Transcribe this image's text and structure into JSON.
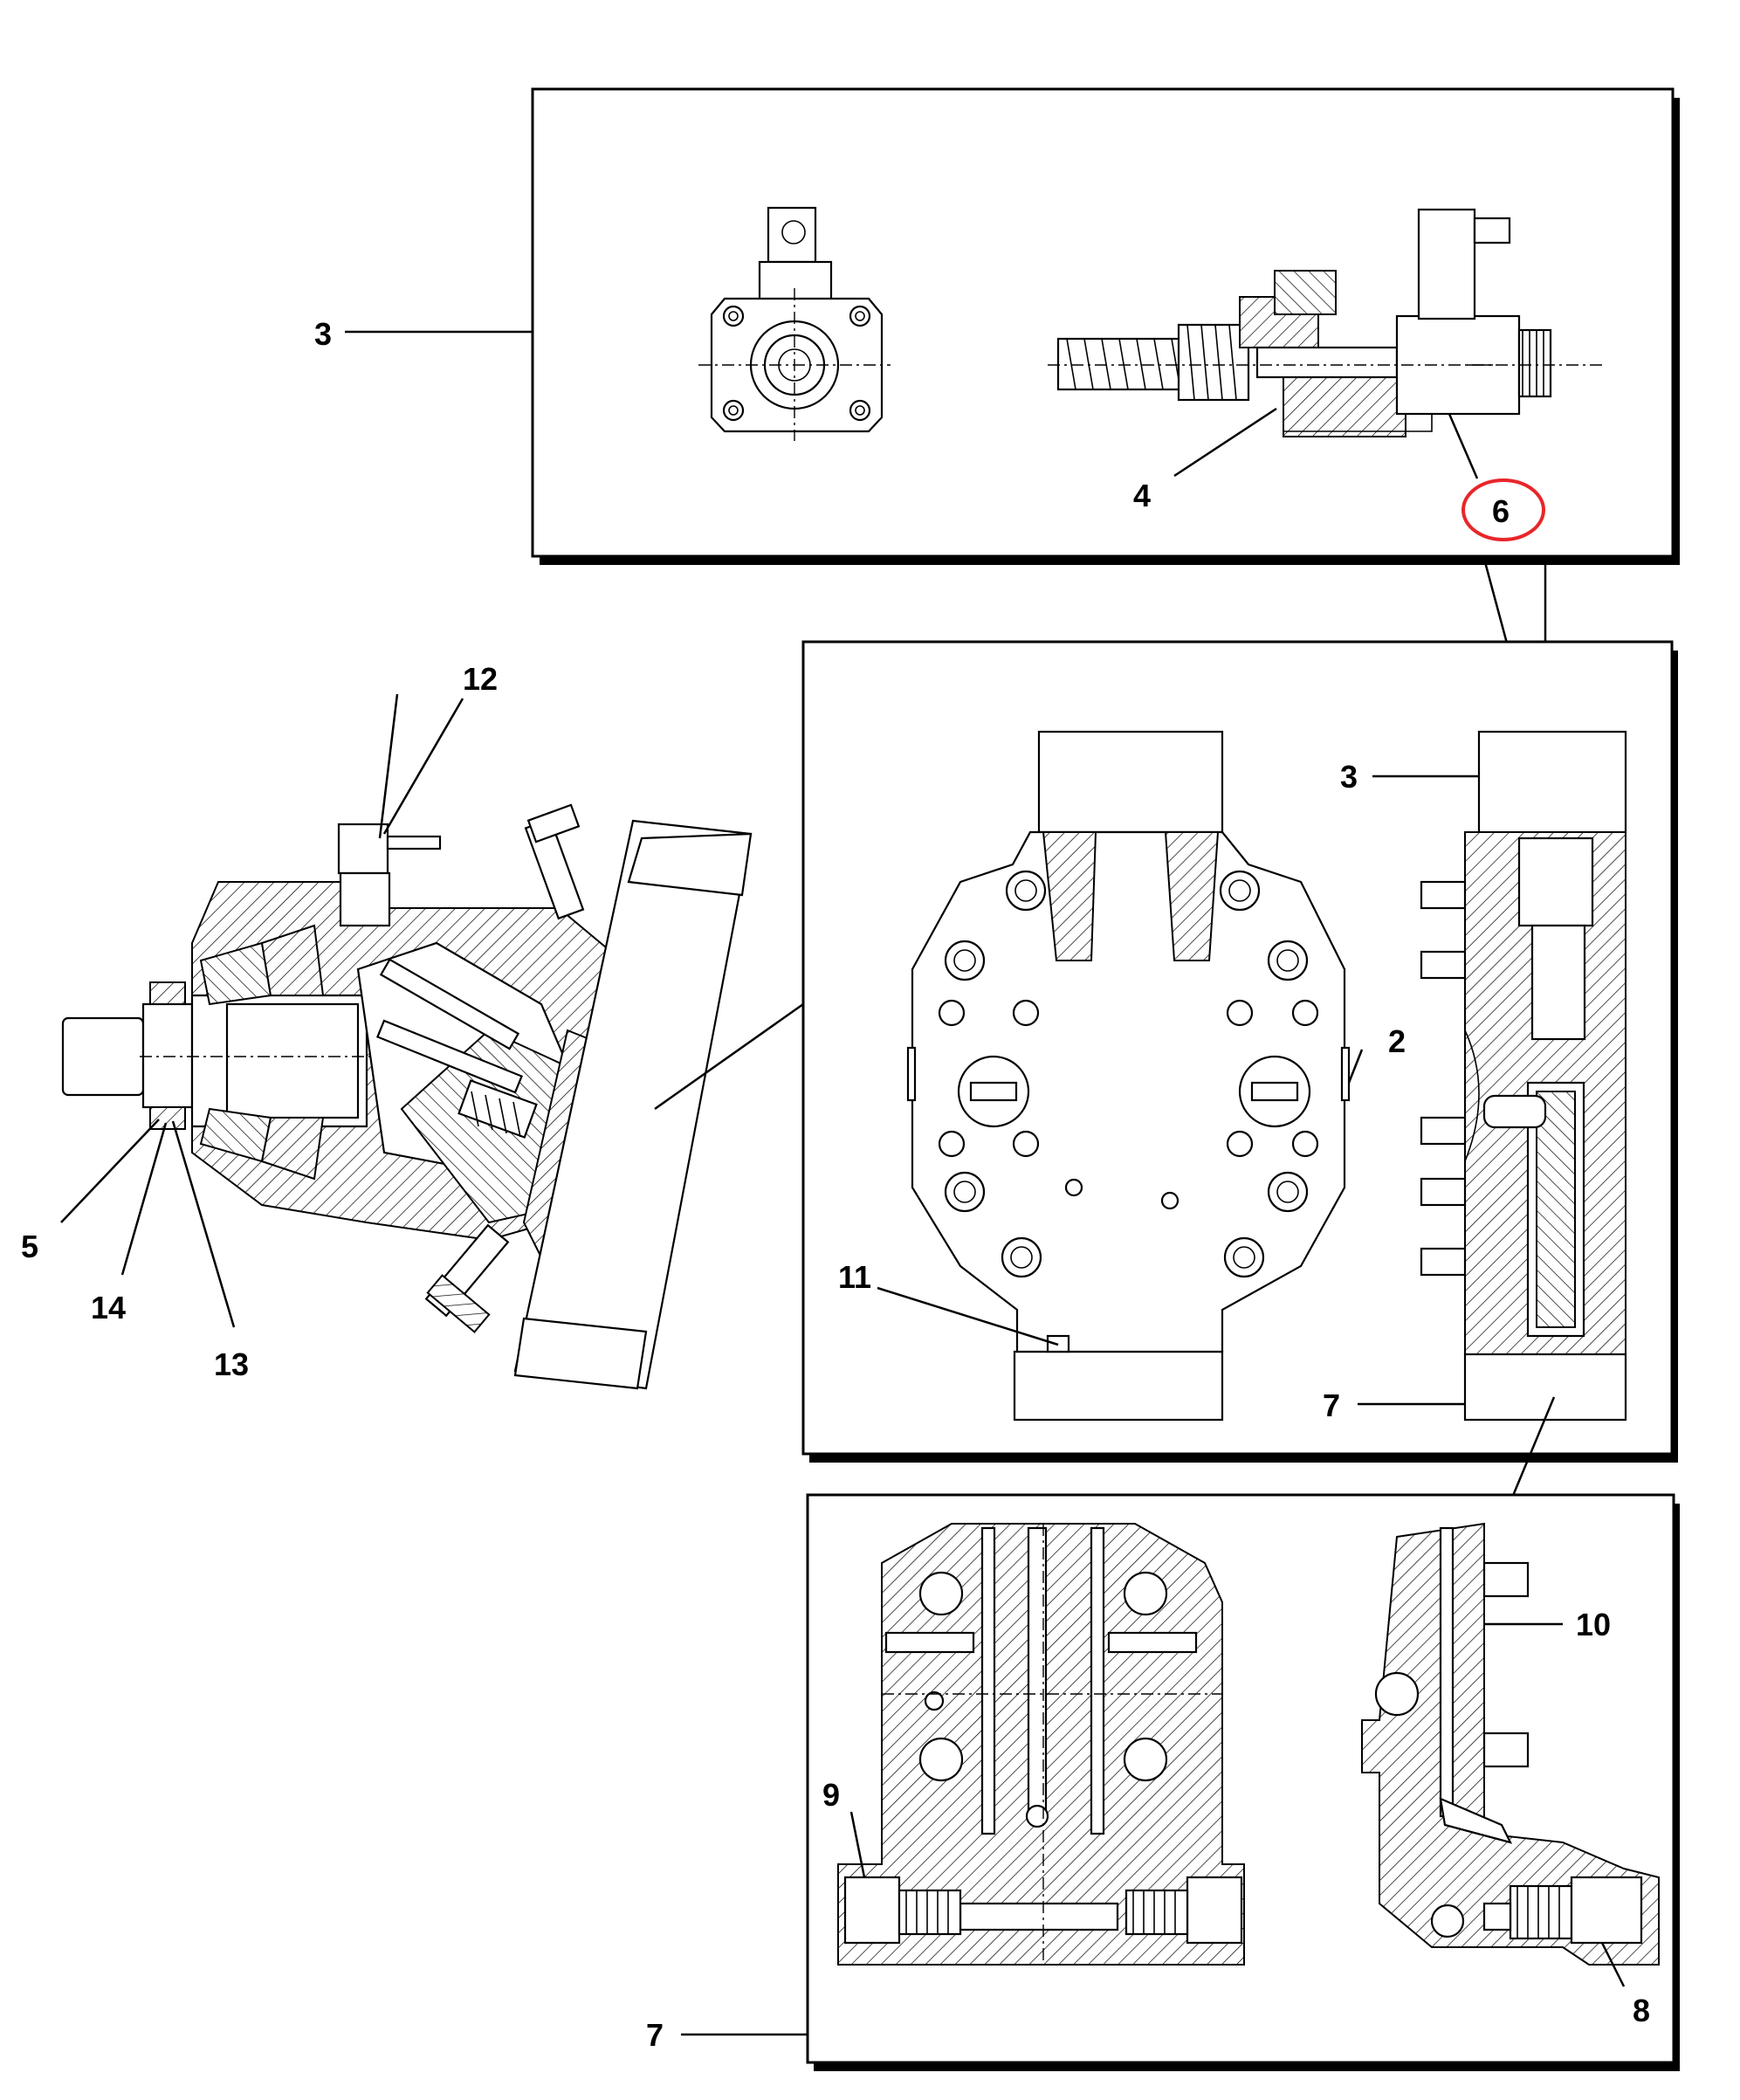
{
  "labels": {
    "l3_top": "3",
    "l4": "4",
    "l6": "6",
    "l12": "12",
    "l5": "5",
    "l14": "14",
    "l13": "13",
    "l11": "11",
    "l2": "2",
    "l3_mid": "3",
    "l7_mid": "7",
    "l10": "10",
    "l9": "9",
    "l7_bottom": "7",
    "l8": "8"
  },
  "highlight": {
    "label": "6",
    "color": "#e8262a"
  },
  "colors": {
    "line": "#000000",
    "background": "#ffffff"
  }
}
